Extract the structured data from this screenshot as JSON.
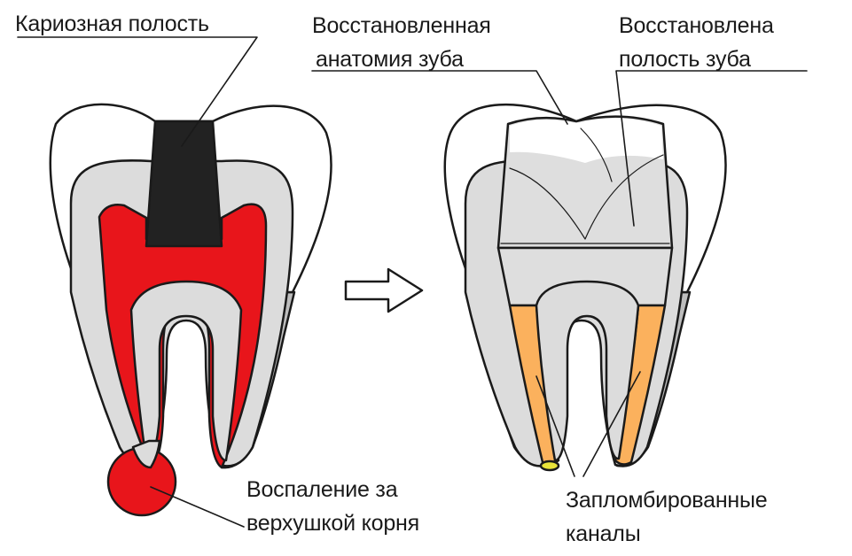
{
  "labels": {
    "caries_cavity": "Кариозная полость",
    "restored_anatomy_line1": "Восстановленная",
    "restored_anatomy_line2": "анатомия зуба",
    "restored_cavity_line1": "Восстановлена",
    "restored_cavity_line2": "полость зуба",
    "inflammation_line1": "Воспаление за",
    "inflammation_line2": "верхушкой корня",
    "filled_canals_line1": "Запломбированные",
    "filled_canals_line2": "каналы"
  },
  "colors": {
    "enamel": "#ffffff",
    "dentin": "#dcdcdc",
    "cementum": "#bdbdbd",
    "pulp_inflamed": "#e8151b",
    "caries": "#222222",
    "filling_material": "#fbb15d",
    "outline": "#1a1a1a",
    "apex_seal": "#e9e33a"
  },
  "icons": {
    "transition": "right-arrow-icon"
  }
}
